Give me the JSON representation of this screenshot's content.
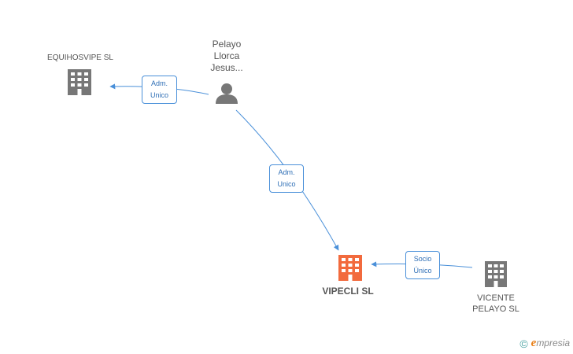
{
  "nodes": {
    "equihosvipe": {
      "name": "EQUIHOSVIPE SL",
      "icon": "building-icon",
      "color": "#777777"
    },
    "pelayo": {
      "name_lines": [
        "Pelayo",
        "Llorca",
        "Jesus..."
      ],
      "icon": "person-icon",
      "color": "#777777"
    },
    "vipecli": {
      "name": "VIPECLI SL",
      "icon": "building-icon",
      "color": "#f26a3d"
    },
    "vicente": {
      "name_lines": [
        "VICENTE",
        "PELAYO SL"
      ],
      "icon": "building-icon",
      "color": "#777777"
    }
  },
  "edges": [
    {
      "from": "pelayo",
      "to": "equihosvipe",
      "label_lines": [
        "Adm.",
        "Unico"
      ]
    },
    {
      "from": "pelayo",
      "to": "vipecli",
      "label_lines": [
        "Adm.",
        "Unico"
      ]
    },
    {
      "from": "vicente",
      "to": "vipecli",
      "label_lines": [
        "Socio",
        "Único"
      ]
    }
  ],
  "colors": {
    "edge": "#4a90d9",
    "label_text": "#2f6fb6"
  },
  "brand": {
    "copyright": "©",
    "e": "e",
    "rest": "mpresia"
  }
}
